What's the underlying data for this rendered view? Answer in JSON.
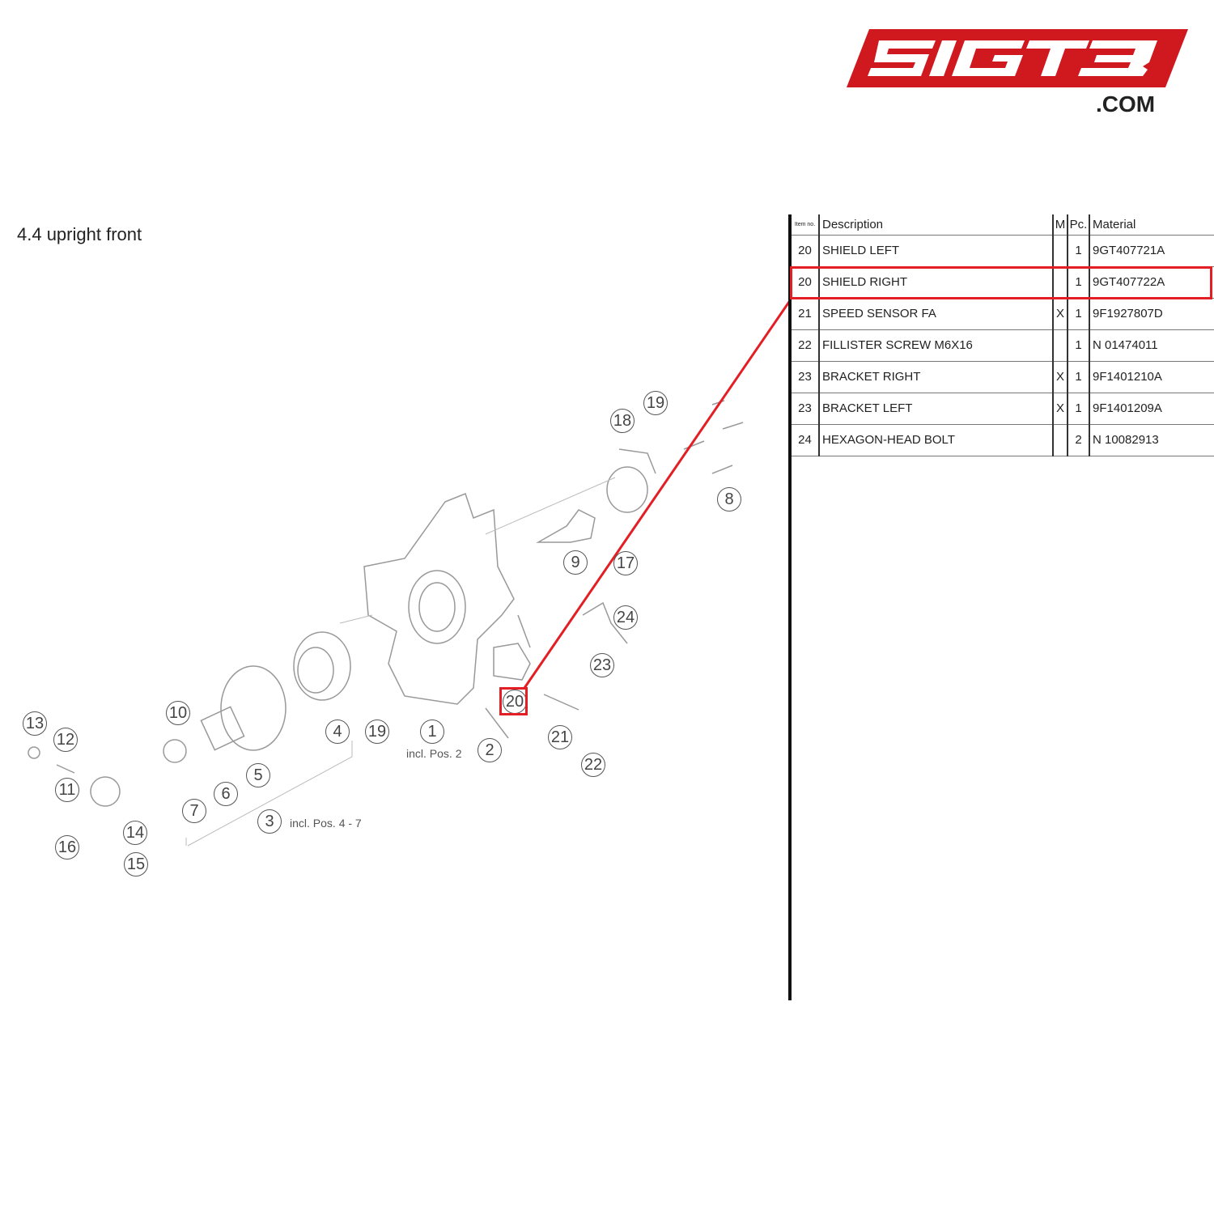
{
  "logo": {
    "brand": "SIGT3",
    "suffix": ".COM",
    "color": "#d0181f"
  },
  "section_title": "4.4  upright front",
  "diagram": {
    "callouts": [
      "19",
      "18",
      "8",
      "9",
      "17",
      "24",
      "23",
      "20",
      "21",
      "22",
      "1",
      "2",
      "19",
      "4",
      "10",
      "5",
      "6",
      "7",
      "3",
      "13",
      "12",
      "11",
      "16",
      "14",
      "15"
    ],
    "notes": [
      "incl. Pos. 2",
      "incl. Pos. 4 - 7"
    ],
    "highlighted_item": "20",
    "highlight_color": "#e31e24"
  },
  "table": {
    "headers": {
      "item": "Item no.",
      "description": "Description",
      "m": "M",
      "pc": "Pc.",
      "material": "Material"
    },
    "rows": [
      {
        "item": "20",
        "description": "SHIELD LEFT",
        "m": "",
        "pc": "1",
        "material": "9GT407721A"
      },
      {
        "item": "20",
        "description": "SHIELD RIGHT",
        "m": "",
        "pc": "1",
        "material": "9GT407722A"
      },
      {
        "item": "21",
        "description": "SPEED SENSOR FA",
        "m": "X",
        "pc": "1",
        "material": "9F1927807D"
      },
      {
        "item": "22",
        "description": "FILLISTER SCREW M6X16",
        "m": "",
        "pc": "1",
        "material": "N 01474011"
      },
      {
        "item": "23",
        "description": "BRACKET RIGHT",
        "m": "X",
        "pc": "1",
        "material": "9F1401210A"
      },
      {
        "item": "23",
        "description": "BRACKET LEFT",
        "m": "X",
        "pc": "1",
        "material": "9F1401209A"
      },
      {
        "item": "24",
        "description": "HEXAGON-HEAD BOLT",
        "m": "",
        "pc": "2",
        "material": "N 10082913"
      }
    ]
  }
}
